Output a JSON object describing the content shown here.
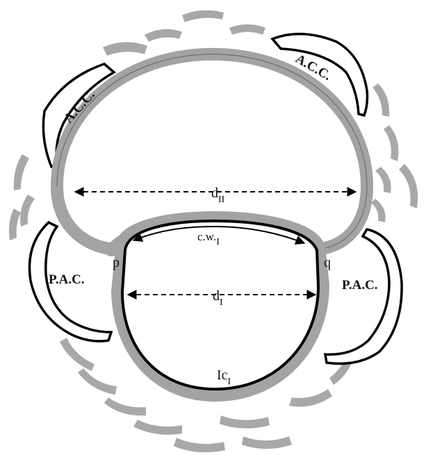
{
  "labels": {
    "acc_left": "A.C.C.",
    "acc_right": "A.C.C.",
    "pac_left": "P.A.C.",
    "pac_right": "P.A.C.",
    "point_p": "p",
    "point_q": "q",
    "diameter_outer_base": "d",
    "diameter_outer_sub": "II",
    "diameter_inner_base": "d",
    "diameter_inner_sub": "I",
    "wall_base": "c.w.",
    "wall_sub": "I",
    "inner_chamber_base": "Ic",
    "inner_chamber_sub": "I"
  }
}
